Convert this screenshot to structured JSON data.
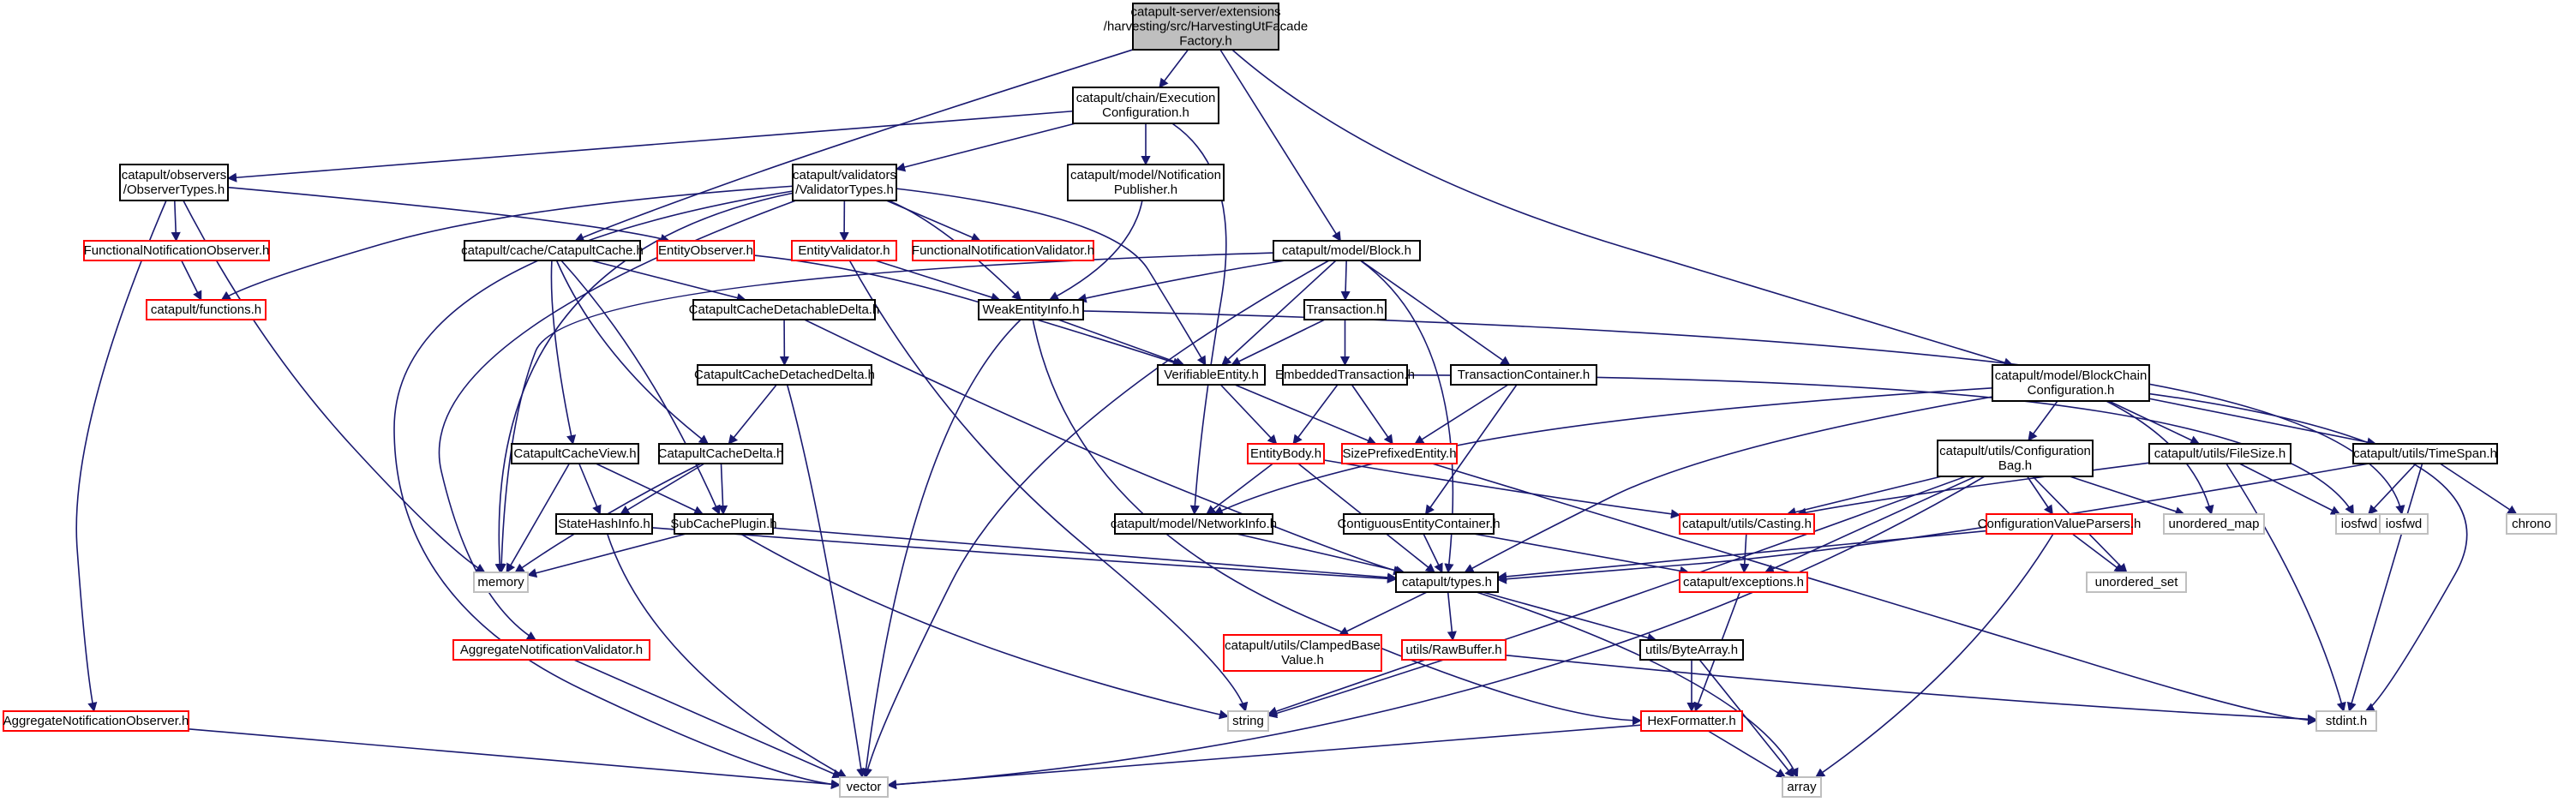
{
  "graph": {
    "nodes": [
      {
        "id": "root",
        "label": [
          "catapult-server/extensions",
          "/harvesting/src/HarvestingUtFacade",
          "Factory.h"
        ],
        "kind": "root"
      },
      {
        "id": "exec_config",
        "label": [
          "catapult/chain/Execution",
          "Configuration.h"
        ],
        "kind": "normal"
      },
      {
        "id": "observer_types",
        "label": [
          "catapult/observers",
          "/ObserverTypes.h"
        ],
        "kind": "normal"
      },
      {
        "id": "validator_types",
        "label": [
          "catapult/validators",
          "/ValidatorTypes.h"
        ],
        "kind": "normal"
      },
      {
        "id": "notif_publisher",
        "label": [
          "catapult/model/Notification",
          "Publisher.h"
        ],
        "kind": "normal"
      },
      {
        "id": "func_notif_observer",
        "label": [
          "FunctionalNotificationObserver.h"
        ],
        "kind": "truncated"
      },
      {
        "id": "functions",
        "label": [
          "catapult/functions.h"
        ],
        "kind": "truncated"
      },
      {
        "id": "catapult_cache",
        "label": [
          "catapult/cache/CatapultCache.h"
        ],
        "kind": "normal"
      },
      {
        "id": "entity_observer",
        "label": [
          "EntityObserver.h"
        ],
        "kind": "truncated"
      },
      {
        "id": "entity_validator",
        "label": [
          "EntityValidator.h"
        ],
        "kind": "truncated"
      },
      {
        "id": "func_notif_validator",
        "label": [
          "FunctionalNotificationValidator.h"
        ],
        "kind": "truncated"
      },
      {
        "id": "block",
        "label": [
          "catapult/model/Block.h"
        ],
        "kind": "normal"
      },
      {
        "id": "transaction",
        "label": [
          "Transaction.h"
        ],
        "kind": "normal"
      },
      {
        "id": "weak_entity",
        "label": [
          "WeakEntityInfo.h"
        ],
        "kind": "normal"
      },
      {
        "id": "ccd_delta",
        "label": [
          "CatapultCacheDetachableDelta.h"
        ],
        "kind": "normal"
      },
      {
        "id": "ccdd_delta",
        "label": [
          "CatapultCacheDetachedDelta.h"
        ],
        "kind": "normal"
      },
      {
        "id": "verifiable",
        "label": [
          "VerifiableEntity.h"
        ],
        "kind": "normal"
      },
      {
        "id": "embedded_tx",
        "label": [
          "EmbeddedTransaction.h"
        ],
        "kind": "normal"
      },
      {
        "id": "tx_container",
        "label": [
          "TransactionContainer.h"
        ],
        "kind": "normal"
      },
      {
        "id": "bc_config",
        "label": [
          "catapult/model/BlockChain",
          "Configuration.h"
        ],
        "kind": "normal"
      },
      {
        "id": "cache_view",
        "label": [
          "CatapultCacheView.h"
        ],
        "kind": "normal"
      },
      {
        "id": "cache_delta",
        "label": [
          "CatapultCacheDelta.h"
        ],
        "kind": "normal"
      },
      {
        "id": "entity_body",
        "label": [
          "EntityBody.h"
        ],
        "kind": "truncated"
      },
      {
        "id": "size_prefixed",
        "label": [
          "SizePrefixedEntity.h"
        ],
        "kind": "truncated"
      },
      {
        "id": "config_bag",
        "label": [
          "catapult/utils/Configuration",
          "Bag.h"
        ],
        "kind": "normal"
      },
      {
        "id": "file_size",
        "label": [
          "catapult/utils/FileSize.h"
        ],
        "kind": "normal"
      },
      {
        "id": "time_span",
        "label": [
          "catapult/utils/TimeSpan.h"
        ],
        "kind": "normal"
      },
      {
        "id": "state_hash",
        "label": [
          "StateHashInfo.h"
        ],
        "kind": "normal"
      },
      {
        "id": "subcache_plugin",
        "label": [
          "SubCachePlugin.h"
        ],
        "kind": "normal"
      },
      {
        "id": "network_info",
        "label": [
          "catapult/model/NetworkInfo.h"
        ],
        "kind": "normal"
      },
      {
        "id": "contiguous",
        "label": [
          "ContiguousEntityContainer.h"
        ],
        "kind": "normal"
      },
      {
        "id": "casting",
        "label": [
          "catapult/utils/Casting.h"
        ],
        "kind": "truncated"
      },
      {
        "id": "config_parsers",
        "label": [
          "ConfigurationValueParsers.h"
        ],
        "kind": "truncated"
      },
      {
        "id": "unordered_map",
        "label": [
          "unordered_map"
        ],
        "kind": "external"
      },
      {
        "id": "iosfwd",
        "label": [
          "iosfwd"
        ],
        "kind": "external"
      },
      {
        "id": "iosfwd2",
        "label": [
          "iosfwd"
        ],
        "kind": "external"
      },
      {
        "id": "chrono",
        "label": [
          "chrono"
        ],
        "kind": "external"
      },
      {
        "id": "memory",
        "label": [
          "memory"
        ],
        "kind": "external"
      },
      {
        "id": "types",
        "label": [
          "catapult/types.h"
        ],
        "kind": "normal"
      },
      {
        "id": "exceptions",
        "label": [
          "catapult/exceptions.h"
        ],
        "kind": "truncated"
      },
      {
        "id": "unordered_set",
        "label": [
          "unordered_set"
        ],
        "kind": "external"
      },
      {
        "id": "agg_notif_validator",
        "label": [
          "AggregateNotificationValidator.h"
        ],
        "kind": "truncated"
      },
      {
        "id": "clamped",
        "label": [
          "catapult/utils/ClampedBase",
          "Value.h"
        ],
        "kind": "truncated"
      },
      {
        "id": "raw_buffer",
        "label": [
          "utils/RawBuffer.h"
        ],
        "kind": "truncated"
      },
      {
        "id": "byte_array",
        "label": [
          "utils/ByteArray.h"
        ],
        "kind": "normal"
      },
      {
        "id": "agg_notif_observer",
        "label": [
          "AggregateNotificationObserver.h"
        ],
        "kind": "truncated"
      },
      {
        "id": "string",
        "label": [
          "string"
        ],
        "kind": "external"
      },
      {
        "id": "hex_formatter",
        "label": [
          "HexFormatter.h"
        ],
        "kind": "truncated"
      },
      {
        "id": "stdint",
        "label": [
          "stdint.h"
        ],
        "kind": "external"
      },
      {
        "id": "vector",
        "label": [
          "vector"
        ],
        "kind": "external"
      },
      {
        "id": "array",
        "label": [
          "array"
        ],
        "kind": "external"
      }
    ]
  },
  "colors": {
    "root_fill": "#bfbfbf",
    "node_border": "#000000",
    "truncated_border": "#ff0000",
    "external_border": "#bfbfbf",
    "edge": "#191970"
  }
}
